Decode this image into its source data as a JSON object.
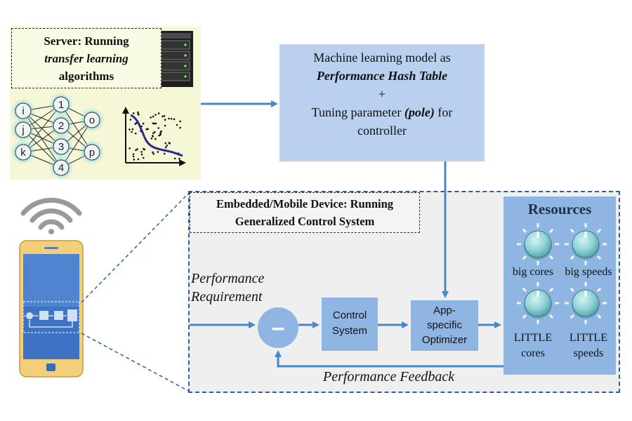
{
  "server": {
    "line1": "Server: Running",
    "line2": "transfer learning",
    "line3": "algorithms",
    "icons": [
      "server-tower-icon",
      "neural-network-icon",
      "scatter-curve-icon"
    ],
    "nn": {
      "inputs": [
        "i",
        "j",
        "k"
      ],
      "hidden": [
        "1",
        "2",
        "3",
        "4"
      ],
      "outputs": [
        "o",
        "p"
      ]
    }
  },
  "ml_box": {
    "line1": "Machine learning model as",
    "line2": "Performance Hash Table",
    "plus": "+",
    "line3a": "Tuning parameter ",
    "line3b": "(pole)",
    "line3c": " for",
    "line4": "controller"
  },
  "device": {
    "line1": "Embedded/Mobile Device: Running",
    "line2": "Generalized Control System",
    "icons": [
      "wifi-icon",
      "smartphone-icon"
    ]
  },
  "loop": {
    "perf_req_1": "Performance",
    "perf_req_2": "Requirement",
    "minus": "–",
    "control_1": "Control",
    "control_2": "System",
    "opt_1": "App-",
    "opt_2": "specific",
    "opt_3": "Optimizer",
    "feedback": "Performance Feedback"
  },
  "resources": {
    "title": "Resources",
    "big_cores": "big cores",
    "big_speeds": "big speeds",
    "little_cores_1": "LITTLE",
    "little_cores_2": "cores",
    "little_speeds_1": "LITTLE",
    "little_speeds_2": "speeds"
  },
  "colors": {
    "arrow": "#4a86c8",
    "box": "#8fb5e2",
    "ml_box": "#b9d1ee",
    "server_bg": "#f6f7d6",
    "knob": "#8fd3d6",
    "curve": "#2d2c8c"
  }
}
